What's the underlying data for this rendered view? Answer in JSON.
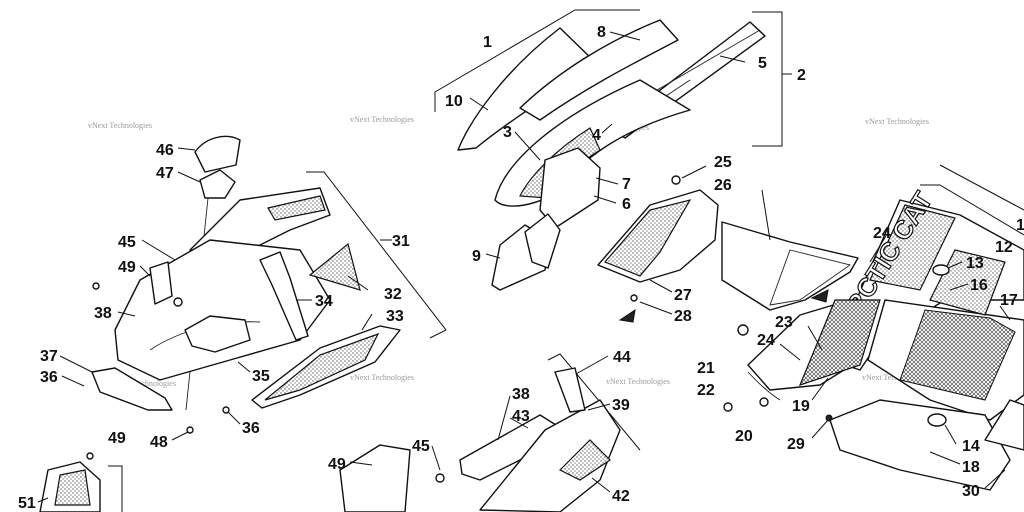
{
  "watermark": "vNext Technologies",
  "brand_logo": "ARCTIC CAT",
  "callouts": {
    "c1": "1",
    "c2": "2",
    "c3": "3",
    "c4": "4",
    "c5": "5",
    "c6": "6",
    "c7": "7",
    "c8": "8",
    "c9": "9",
    "c10": "10",
    "c12": "12",
    "c13": "13",
    "c14": "14",
    "c16": "16",
    "c17": "17",
    "c18": "18",
    "c19": "19",
    "c20": "20",
    "c21": "21",
    "c22": "22",
    "c23": "23",
    "c24a": "24",
    "c24b": "24",
    "c25": "25",
    "c26": "26",
    "c27": "27",
    "c28": "28",
    "c29": "29",
    "c30": "30",
    "c31": "31",
    "c32": "32",
    "c33": "33",
    "c34": "34",
    "c35": "35",
    "c36a": "36",
    "c36b": "36",
    "c37": "37",
    "c38a": "38",
    "c38b": "38",
    "c39": "39",
    "c42": "42",
    "c43": "43",
    "c44": "44",
    "c45a": "45",
    "c45b": "45",
    "c46": "46",
    "c47": "47",
    "c48": "48",
    "c49a": "49",
    "c49b": "49",
    "c49c": "49",
    "c51": "51",
    "c1edge": "1"
  }
}
